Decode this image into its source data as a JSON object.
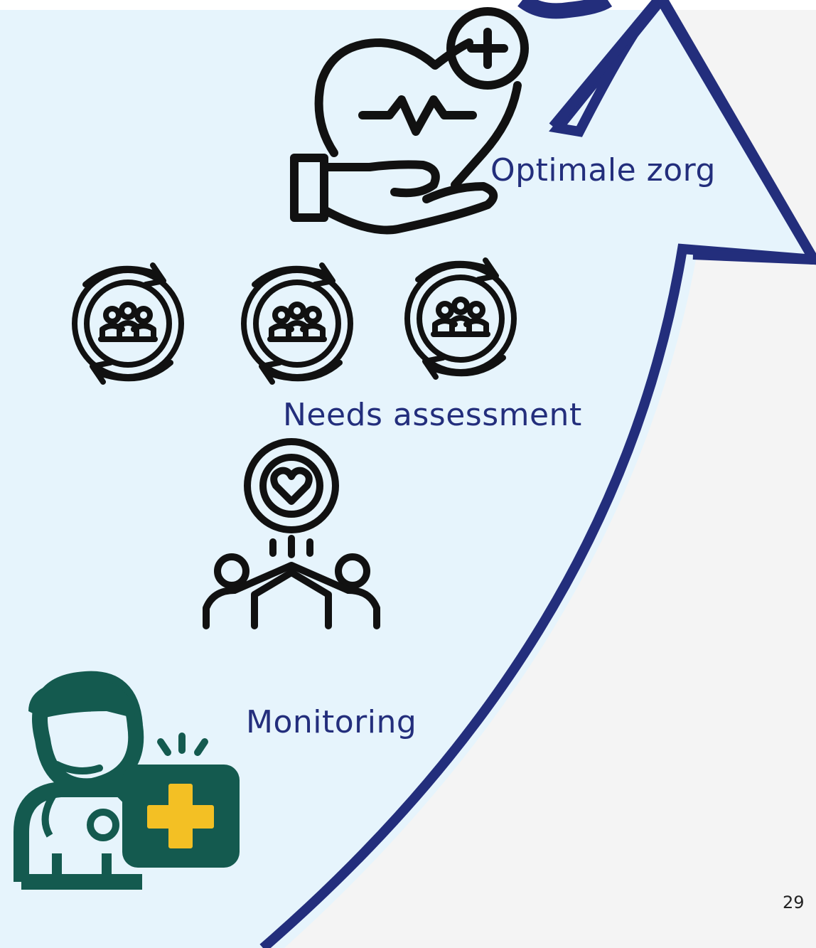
{
  "steps": [
    {
      "label": "Optimale zorg",
      "icon": "heart-in-hand-icon"
    },
    {
      "label": "Needs assessment",
      "icon": "team-gears-icon"
    },
    {
      "label": "Monitoring",
      "icon": "doctor-with-medical-kit-icon"
    }
  ],
  "extra_icon": "collaboration-gear-heart-icon",
  "page_number": "29",
  "colors": {
    "arrow": "#232e7c",
    "label": "#232e7c",
    "arrow_fill": "#e6f4fc",
    "page_background": "#f4f4f4",
    "icon_stroke": "#111111",
    "doctor_icon": "#145a4f",
    "cross": "#f3c024"
  }
}
